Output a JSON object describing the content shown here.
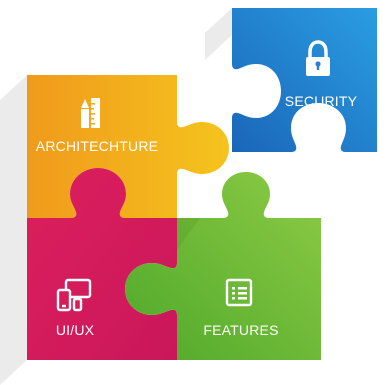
{
  "pieces": [
    {
      "id": "architecture",
      "label": "ARCHITECHTURE",
      "icon": "pencil-ruler-icon",
      "color_start": "#f2a11a",
      "color_end": "#f2c41a"
    },
    {
      "id": "security",
      "label": "SECURITY",
      "icon": "lock-icon",
      "color_start": "#1d6ec2",
      "color_end": "#2a9be0"
    },
    {
      "id": "uiux",
      "label": "UI/UX",
      "icon": "devices-icon",
      "color_start": "#d81c59",
      "color_end": "#e9376a"
    },
    {
      "id": "features",
      "label": "FEATURES",
      "icon": "list-icon",
      "color_start": "#5cb228",
      "color_end": "#8fce46"
    }
  ]
}
